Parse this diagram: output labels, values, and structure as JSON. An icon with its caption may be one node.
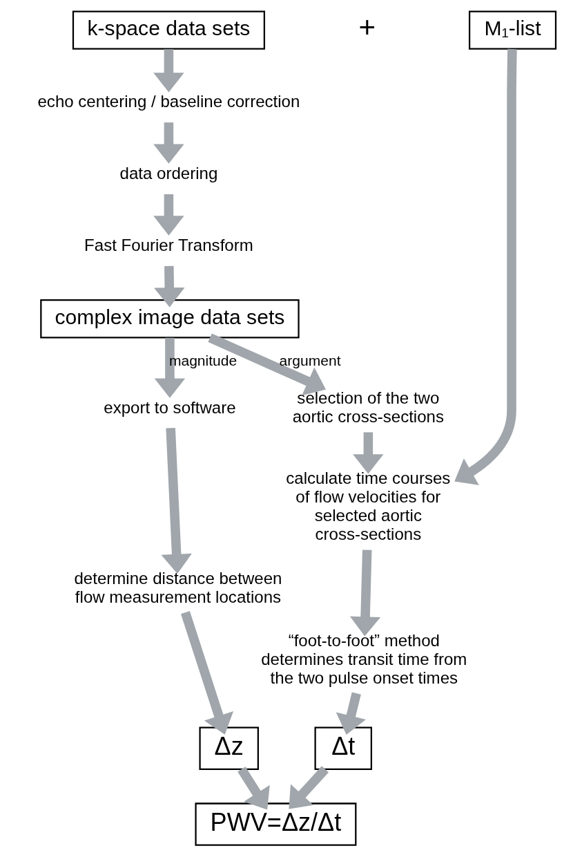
{
  "diagram": {
    "nodes": [
      {
        "text": [
          "k-space data sets"
        ]
      },
      {
        "text": [
          "M₁-list"
        ]
      },
      {
        "text": [
          "echo centering / baseline correction"
        ]
      },
      {
        "text": [
          "data ordering"
        ]
      },
      {
        "text": [
          "Fast Fourier Transform"
        ]
      },
      {
        "text": [
          "complex image data sets"
        ]
      },
      {
        "text": [
          "export to software"
        ]
      },
      {
        "text": [
          "selection of the two aortic cross-sections"
        ]
      },
      {
        "text": [
          "determine distance between flow measurement locations"
        ]
      },
      {
        "text": [
          "calculate time courses of flow velocities for selected aortic cross-sections"
        ]
      },
      {
        "text": [
          "“foot-to-foot” method determines transit time from the two pulse onset times"
        ]
      },
      {
        "text": [
          "Δz"
        ]
      },
      {
        "text": [
          "Δt"
        ]
      },
      {
        "text": [
          "PWV=Δz/Δt"
        ]
      }
    ],
    "edges": [
      {
        "from": 0,
        "to": 2,
        "arrow": "to"
      },
      {
        "from": 2,
        "to": 3,
        "arrow": "to"
      },
      {
        "from": 3,
        "to": 4,
        "arrow": "to"
      },
      {
        "from": 4,
        "to": 5,
        "arrow": "to"
      },
      {
        "from": 5,
        "to": 6,
        "arrow": "to",
        "label": "magnitude"
      },
      {
        "from": 5,
        "to": 7,
        "arrow": "to",
        "label": "argument"
      },
      {
        "from": 6,
        "to": 8,
        "arrow": "to"
      },
      {
        "from": 7,
        "to": 9,
        "arrow": "to"
      },
      {
        "from": 1,
        "to": 9,
        "arrow": "to"
      },
      {
        "from": 8,
        "to": 11,
        "arrow": "to"
      },
      {
        "from": 9,
        "to": 10,
        "arrow": "to"
      },
      {
        "from": 10,
        "to": 12,
        "arrow": "to"
      },
      {
        "from": 11,
        "to": 13,
        "arrow": "to"
      },
      {
        "from": 12,
        "to": 13,
        "arrow": "to"
      }
    ],
    "labels": [
      "+"
    ]
  }
}
